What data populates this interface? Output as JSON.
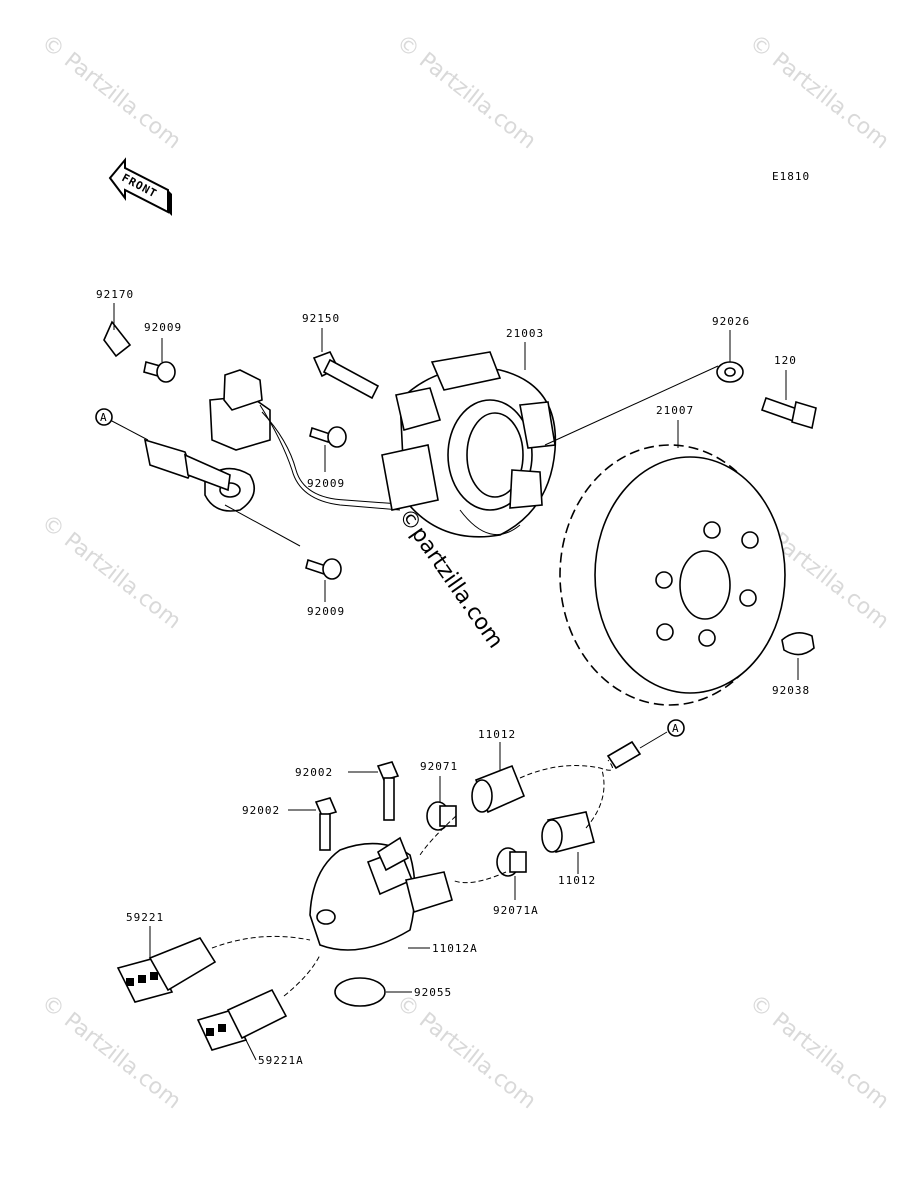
{
  "diagram_code": "E1810",
  "front_label": "FRONT",
  "watermark": "© Partzilla.com",
  "center_watermark": "©partzilla.com",
  "ref_marker": "A",
  "parts": {
    "p92170": "92170",
    "p92009a": "92009",
    "p92150": "92150",
    "p21003": "21003",
    "p92026": "92026",
    "p120": "120",
    "p21007": "21007",
    "p92009b": "92009",
    "p92009c": "92009",
    "p92038": "92038",
    "p11012a": "11012",
    "p92002a": "92002",
    "p92071": "92071",
    "p92002b": "92002",
    "p11012b": "11012",
    "p92071A": "92071A",
    "p59221": "59221",
    "p11012A": "11012A",
    "p92055": "92055",
    "p59221A": "59221A"
  }
}
